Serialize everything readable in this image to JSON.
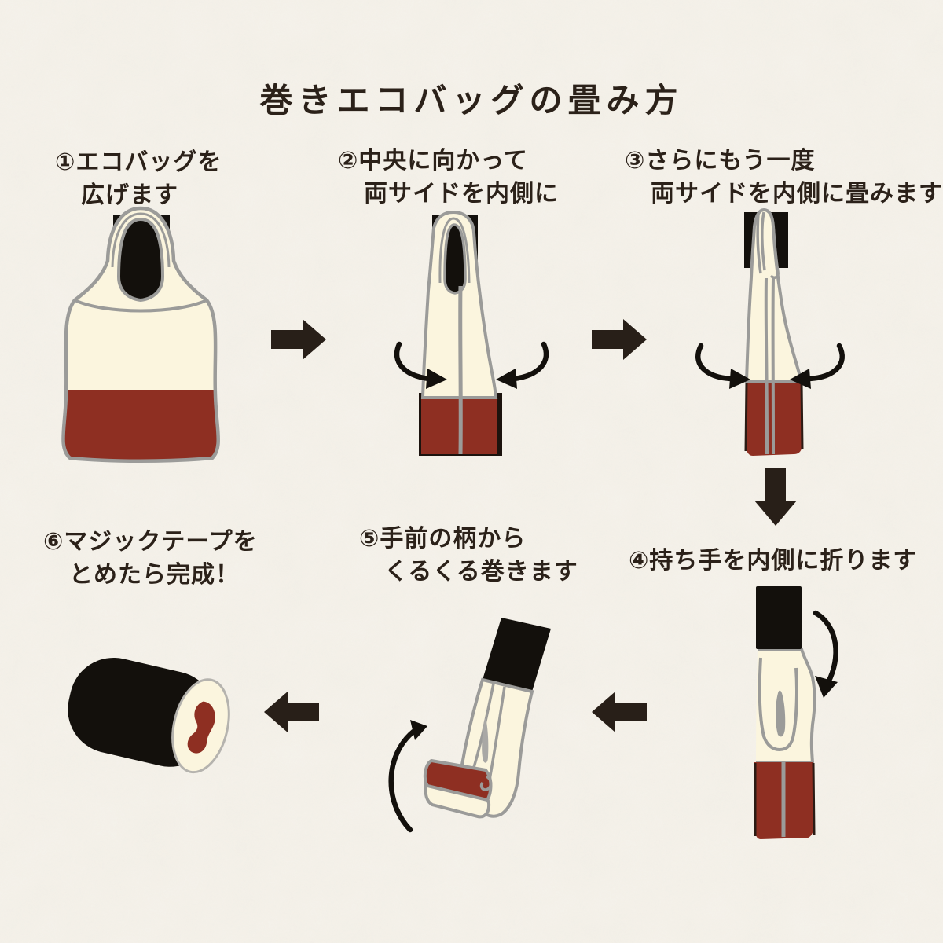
{
  "title": "巻きエコバッグの畳み方",
  "steps": [
    {
      "num": "①",
      "line1": "①エコバッグを",
      "line2": "広げます"
    },
    {
      "num": "②",
      "line1": "②中央に向かって",
      "line2": "両サイドを内側に"
    },
    {
      "num": "③",
      "line1": "③さらにもう一度",
      "line2": "両サイドを内側に畳みます"
    },
    {
      "num": "④",
      "line1": "④持ち手を内側に折ります",
      "line2": ""
    },
    {
      "num": "⑤",
      "line1": "⑤手前の柄から",
      "line2": "くるくる巻きます"
    },
    {
      "num": "⑥",
      "line1": "⑥マジックテープを",
      "line2": "とめたら完成！"
    }
  ],
  "illustrations": [
    "eco-bag-opened",
    "bag-folded-once",
    "bag-folded-twice",
    "handle-folded-inward",
    "bag-rolling-up",
    "finished-roll-with-velcro"
  ],
  "flow_arrows": [
    "right",
    "right",
    "down",
    "left",
    "left"
  ],
  "colors": {
    "background": "#f6f3ec",
    "text": "#2b2119",
    "arrow_black": "#281f18",
    "bag_cream": "#fbf5de",
    "bag_red": "#8e2f22",
    "bag_outline": "#9b9b99",
    "bag_black": "#13100c"
  }
}
